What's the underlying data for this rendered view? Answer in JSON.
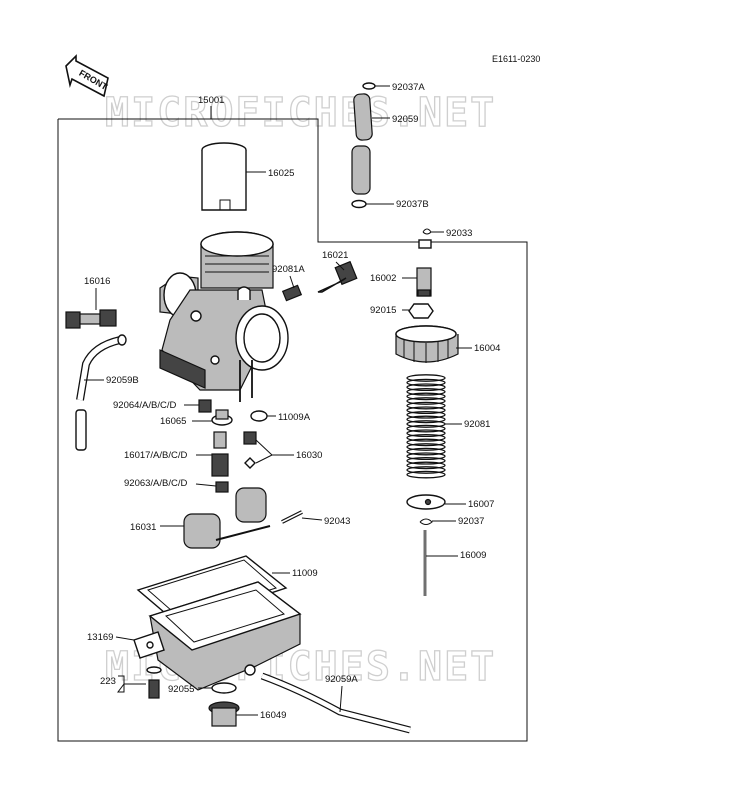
{
  "drawing_code": "E1611-0230",
  "front_arrow_text": "FRONT",
  "watermark": "MICROFICHES.NET",
  "assembly_number": "15001",
  "parts": [
    {
      "id": "92037A"
    },
    {
      "id": "92059"
    },
    {
      "id": "92037B"
    },
    {
      "id": "16025"
    },
    {
      "id": "92033"
    },
    {
      "id": "16021"
    },
    {
      "id": "92081A"
    },
    {
      "id": "16002"
    },
    {
      "id": "16016"
    },
    {
      "id": "92015"
    },
    {
      "id": "16004"
    },
    {
      "id": "92059B"
    },
    {
      "id": "92064/A/B/C/D"
    },
    {
      "id": "11009A"
    },
    {
      "id": "16065"
    },
    {
      "id": "92081"
    },
    {
      "id": "16017/A/B/C/D"
    },
    {
      "id": "16030"
    },
    {
      "id": "92063/A/B/C/D"
    },
    {
      "id": "16007"
    },
    {
      "id": "16031"
    },
    {
      "id": "92043"
    },
    {
      "id": "92037"
    },
    {
      "id": "16009"
    },
    {
      "id": "11009"
    },
    {
      "id": "13169"
    },
    {
      "id": "223"
    },
    {
      "id": "92059A"
    },
    {
      "id": "92055"
    },
    {
      "id": "16049"
    }
  ]
}
